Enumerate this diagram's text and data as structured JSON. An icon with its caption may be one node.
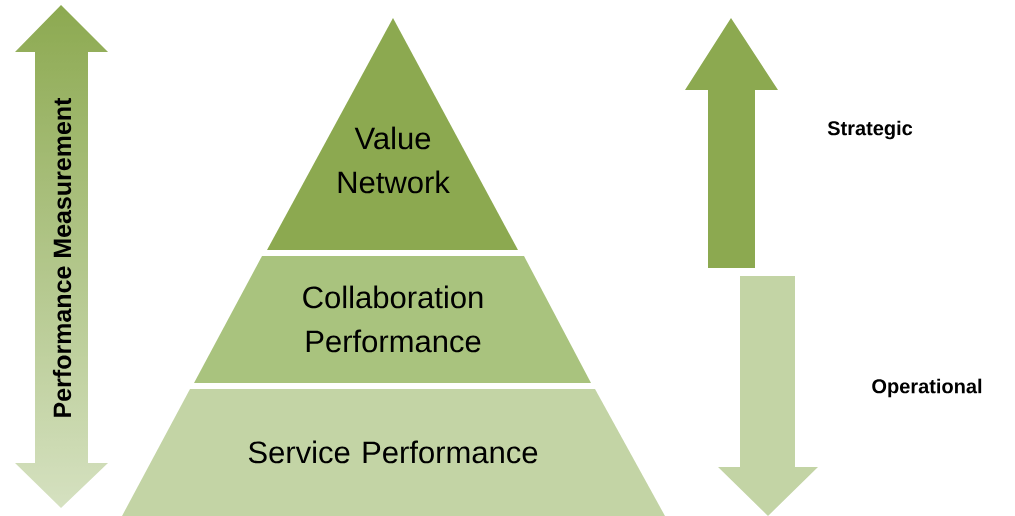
{
  "diagram": {
    "nodes": [
      {
        "text": [
          "Value Network"
        ]
      },
      {
        "text": [
          "Collaboration Performance"
        ]
      },
      {
        "text": [
          "Service Performance"
        ]
      },
      {
        "text": [
          "Performance Measurement"
        ]
      }
    ],
    "labels": [
      "Strategic",
      "Operational"
    ]
  }
}
